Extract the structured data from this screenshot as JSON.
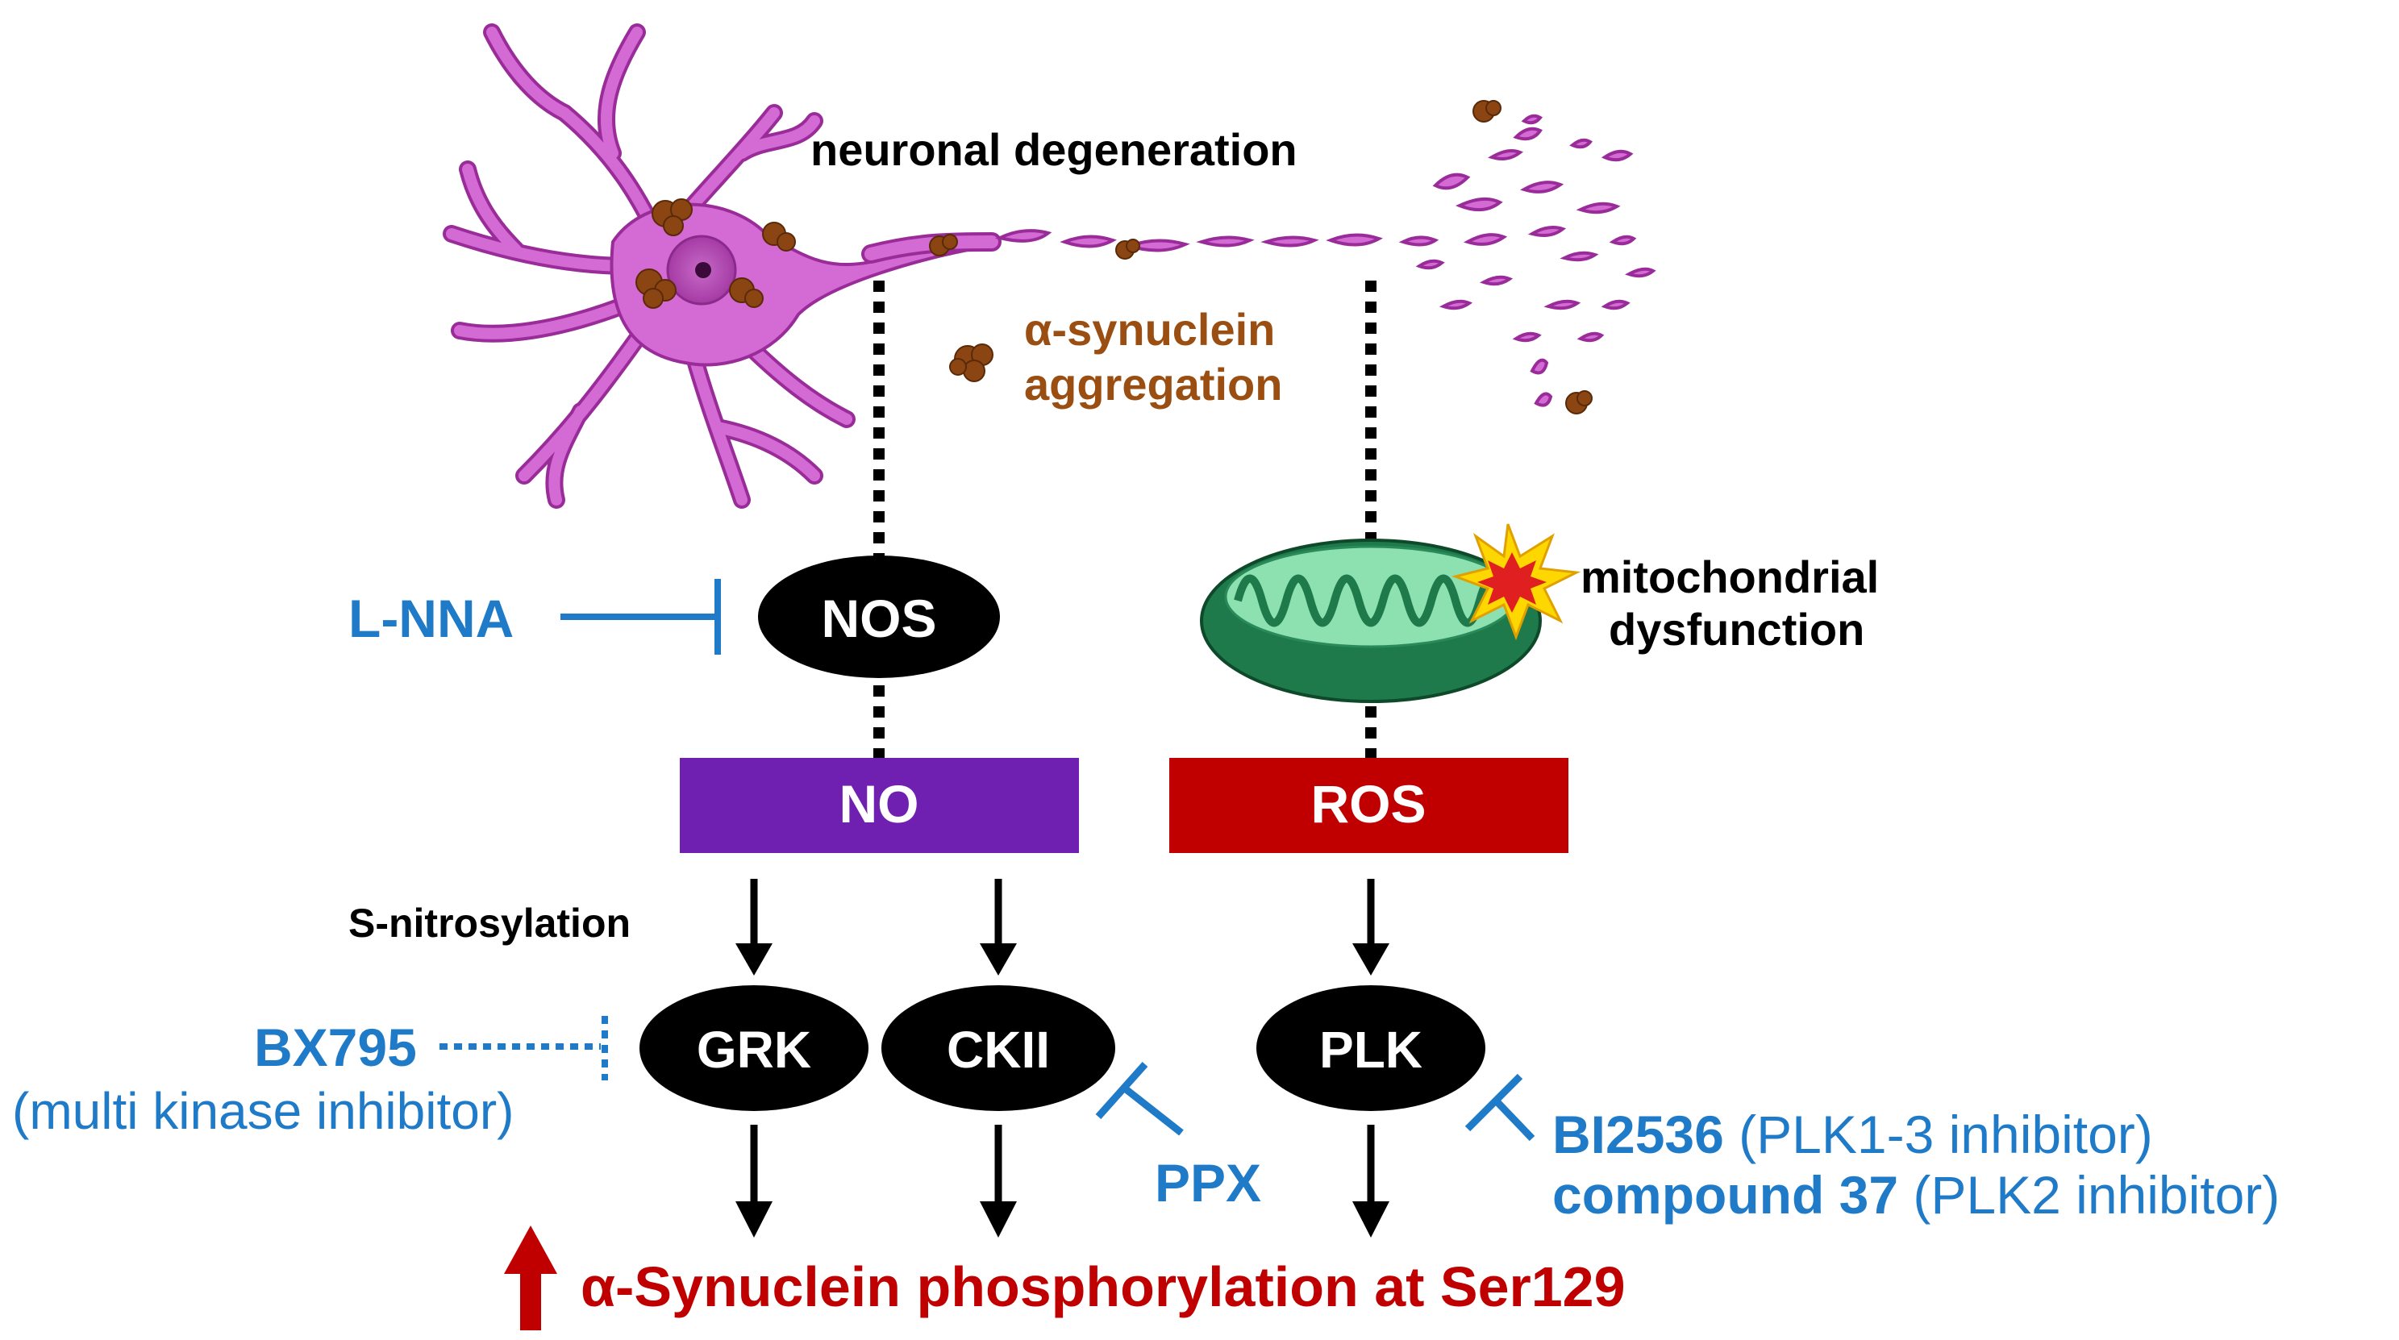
{
  "colors": {
    "black": "#000000",
    "blue": "#1f7bc8",
    "brown": "#9a4e12",
    "red": "#c00000",
    "purple": "#7020b0",
    "neuron_fill": "#d46ad4",
    "neuron_stroke": "#9a2c9a",
    "nucleus": "#a43aa4",
    "mito_dark": "#1e7a4a",
    "mito_light": "#52c488",
    "aggregate": "#8b4513",
    "burst_outer": "#ffd700",
    "burst_inner": "#e02020"
  },
  "labels": {
    "neuronal_degeneration": "neuronal degeneration",
    "asyn_aggregation_line1": "α-synuclein",
    "asyn_aggregation_line2": "aggregation",
    "mito_line1": "mitochondrial",
    "mito_line2": "dysfunction",
    "s_nitrosylation": "S-nitrosylation",
    "outcome": "α-Synuclein phosphorylation at Ser129"
  },
  "nodes": {
    "nos": "NOS",
    "no": "NO",
    "ros": "ROS",
    "grk": "GRK",
    "ckii": "CKII",
    "plk": "PLK"
  },
  "inhibitors": {
    "lnna": "L-NNA",
    "bx795": "BX795",
    "bx795_desc": "(multi kinase inhibitor)",
    "ppx": "PPX",
    "bi2536": "BI2536",
    "bi2536_desc": " (PLK1-3 inhibitor)",
    "compound37": "compound 37",
    "compound37_desc": " (PLK2 inhibitor)"
  },
  "icons": {
    "neuron": "neuron-icon",
    "mitochondrion": "mitochondrion-icon",
    "aggregate": "aggregate-icon",
    "up_arrow": "up-arrow-icon"
  }
}
